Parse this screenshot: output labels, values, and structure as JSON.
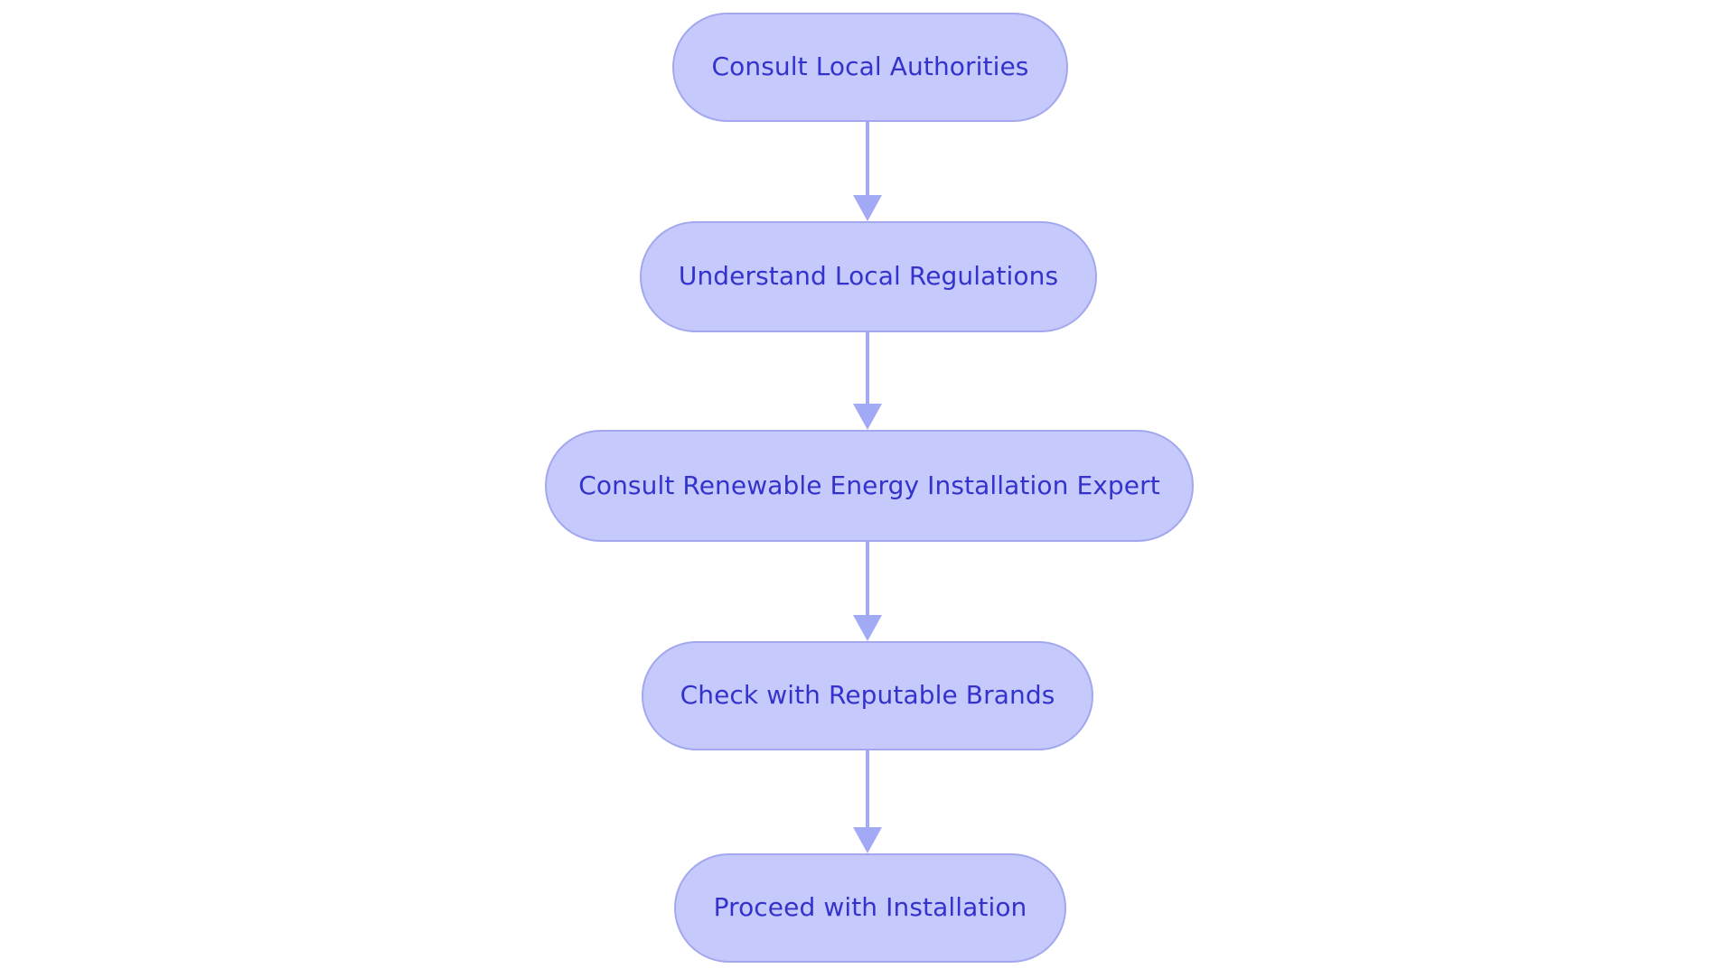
{
  "diagram": {
    "type": "flowchart",
    "orientation": "top-to-bottom",
    "background_color": "#ffffff",
    "node_fill_color": "#c5c9fb",
    "node_border_color": "#a3a8ee",
    "node_text_color": "#3333cc",
    "connector_color": "#a3aaf5",
    "node_shape": "rounded-pill",
    "nodes": [
      {
        "id": "n1",
        "label": "Consult Local Authorities"
      },
      {
        "id": "n2",
        "label": "Understand Local Regulations"
      },
      {
        "id": "n3",
        "label": "Consult Renewable Energy Installation Expert"
      },
      {
        "id": "n4",
        "label": "Check with Reputable Brands"
      },
      {
        "id": "n5",
        "label": "Proceed with Installation"
      }
    ],
    "edges": [
      {
        "from": "n1",
        "to": "n2",
        "label": "",
        "arrow": "single"
      },
      {
        "from": "n2",
        "to": "n3",
        "label": "",
        "arrow": "single"
      },
      {
        "from": "n3",
        "to": "n4",
        "label": "",
        "arrow": "single"
      },
      {
        "from": "n4",
        "to": "n5",
        "label": "",
        "arrow": "single"
      }
    ]
  }
}
